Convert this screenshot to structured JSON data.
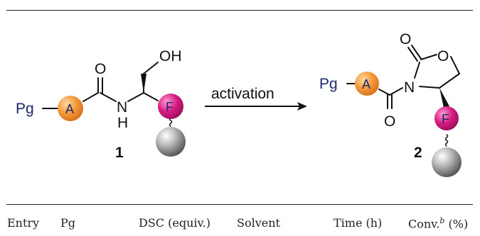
{
  "scheme": {
    "reactant": {
      "protecting_group": "Pg",
      "amino_acid": "A",
      "carbonyl_o": "O",
      "amide_n": "N",
      "amide_h": "H",
      "hydroxyl": "OH",
      "fluorophore": "F",
      "compound_number": "1"
    },
    "arrow_label": "activation",
    "product": {
      "protecting_group": "Pg",
      "amino_acid": "A",
      "carbonyl_o": "O",
      "ring_carbonyl_o": "O",
      "ring_o": "O",
      "ring_n": "N",
      "fluorophore": "F",
      "compound_number": "2"
    },
    "colors": {
      "pg_text": "#1a2a6e",
      "amino_acid_orange": "#f39a3c",
      "fluorophore_magenta": "#d81d84",
      "resin_gray": "#8a8a8a"
    }
  },
  "table": {
    "headers": {
      "entry": "Entry",
      "pg": "Pg",
      "dsc": "DSC (equiv.)",
      "solvent": "Solvent",
      "time": "Time (h)",
      "conv": "Conv.",
      "conv_footnote": "b",
      "conv_unit": " (%)"
    }
  }
}
